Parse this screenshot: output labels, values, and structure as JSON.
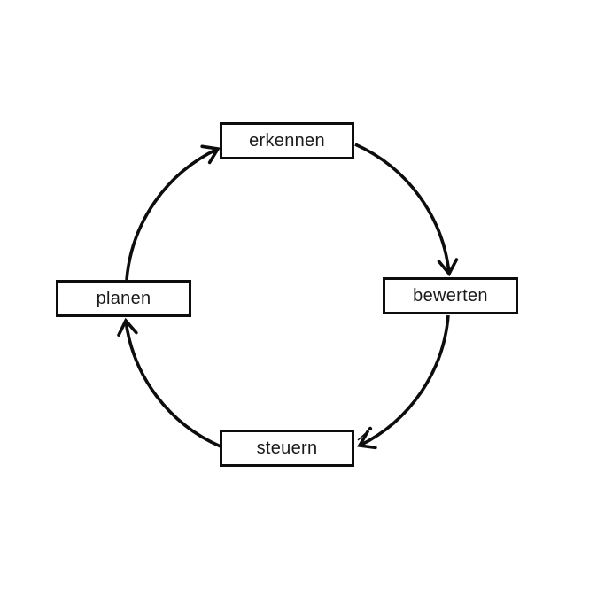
{
  "diagram": {
    "type": "cycle",
    "flow_direction": "clockwise",
    "nodes": [
      {
        "id": "erkennen",
        "label": "erkennen",
        "position": "top"
      },
      {
        "id": "bewerten",
        "label": "bewerten",
        "position": "right"
      },
      {
        "id": "steuern",
        "label": "steuern",
        "position": "bottom"
      },
      {
        "id": "planen",
        "label": "planen",
        "position": "left"
      }
    ],
    "edges": [
      {
        "from": "planen",
        "to": "erkennen"
      },
      {
        "from": "erkennen",
        "to": "bewerten"
      },
      {
        "from": "bewerten",
        "to": "steuern"
      },
      {
        "from": "steuern",
        "to": "planen"
      }
    ],
    "colors": {
      "background": "#ffffff",
      "box_fill": "#ffffff",
      "stroke": "#0d0d0d",
      "text": "#1a1a1a"
    }
  }
}
